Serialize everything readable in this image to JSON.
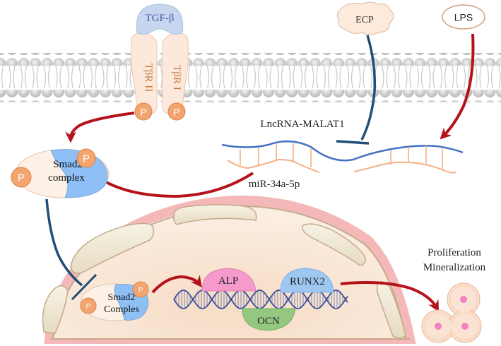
{
  "title": "TGF-β / LncRNA-MALAT1 / miR-34a-5p signaling in mineralization",
  "ligand": {
    "label": "TGF-β"
  },
  "receptors": [
    {
      "label": "TβR II"
    },
    {
      "label": "TβR I"
    }
  ],
  "phospho_label": "P",
  "stimuli": {
    "ecp": {
      "label": "ECP",
      "effect": "inhibits"
    },
    "lps": {
      "label": "LPS",
      "effect": "promotes"
    }
  },
  "lncrna": {
    "label": "LncRNA-MALAT1"
  },
  "mirna": {
    "label": "miR-34a-5p"
  },
  "smad_cytoplasm": {
    "line1": "Smad2",
    "line2": "complex"
  },
  "smad_nucleus": {
    "line1": "Smad2",
    "line2": "Comples"
  },
  "genes": [
    {
      "label": "ALP",
      "color": "#f59acb"
    },
    {
      "label": "RUNX2",
      "color": "#9ec8f2"
    },
    {
      "label": "OCN",
      "color": "#94c780"
    }
  ],
  "outcome": {
    "line1": "Proliferation",
    "line2": "Mineralization"
  },
  "colors": {
    "activation_arrow": "#b5121b",
    "inhibition_line": "#1f4e79",
    "rna_strand": "#4472c4",
    "mirna_strand": "#f4b183",
    "phospho": "#f4a46f",
    "smad_blue": "#8ec0f5",
    "smad_cream": "#fdf1e7",
    "receptor": "#fde5d4",
    "ligand": "#c5d5ee",
    "membrane": "#c9c9c9"
  }
}
